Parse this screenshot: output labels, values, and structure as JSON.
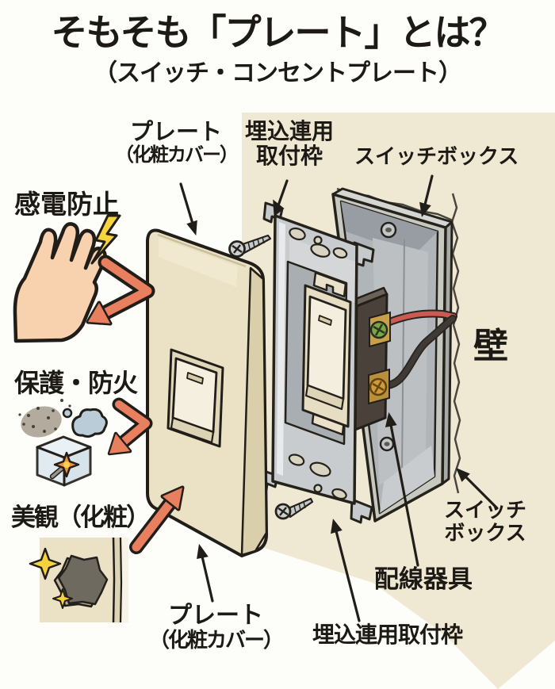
{
  "title": "そもそも「プレート」とは？",
  "subtitle": "（スイッチ・コンセントプレート）",
  "labels": {
    "plate_top": {
      "line1": "プレート",
      "line2": "（化粧カバー）"
    },
    "mount_frame_top": {
      "line1": "埋込連用",
      "line2": "取付枠"
    },
    "switch_box_top": "スイッチボックス",
    "shock_prevention": "感電防止",
    "protection_fire": "保護・防火",
    "aesthetics": "美観（化粧）",
    "wall": "壁",
    "switch_box_right": {
      "line1": "スイッチ",
      "line2": "ボックス"
    },
    "wiring_device": "配線器具",
    "mount_frame_bottom": "埋込連用取付枠",
    "plate_bottom": {
      "line1": "プレート",
      "line2": "（化粧カバー）"
    }
  },
  "colors": {
    "background": "#fdfdf9",
    "wall_cream": "#efe9d4",
    "plate_beige": "#ebe2c5",
    "plate_side": "#d9cfab",
    "metal_gray": "#c9ccce",
    "box_gray": "#b0b5b9",
    "arrow_orange": "#e87f5f",
    "lightning_yellow": "#f5d43c",
    "wire_red": "#cd5a50",
    "wire_black": "#3f3a35",
    "skin": "#f8d1ae",
    "terminal_green": "#7ea24e",
    "terminal_gold": "#cf9b3a",
    "outline": "#211d18",
    "text": "#1d1a15"
  }
}
